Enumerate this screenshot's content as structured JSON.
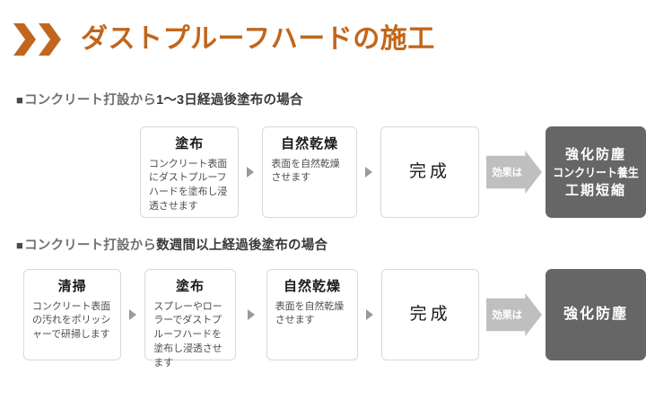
{
  "header": {
    "title": "ダストプルーフハードの施工",
    "chevron_icon": "double-chevron-right-icon",
    "accent_color": "#c1661c"
  },
  "sections": [
    {
      "marker": "■",
      "heading_light": "コンクリート打設から",
      "heading_strong": "1〜3日経過後塗布の場合",
      "steps": [
        {
          "title": "塗布",
          "desc": "コンクリート表面にダストプルーフハードを塗布し浸透させます"
        },
        {
          "title": "自然乾燥",
          "desc": "表面を自然乾燥させます"
        },
        {
          "title": "完成",
          "desc": ""
        }
      ],
      "effect_label": "効果は",
      "results": [
        "強化防塵",
        "コンクリート養生",
        "工期短縮"
      ]
    },
    {
      "marker": "■",
      "heading_light": "コンクリート打設から",
      "heading_strong": "数週間以上経過後塗布の場合",
      "steps": [
        {
          "title": "清掃",
          "desc": "コンクリート表面の汚れをポリッシャーで研掃します"
        },
        {
          "title": "塗布",
          "desc": "スプレーやローラーでダストプルーフハードを塗布し浸透させます"
        },
        {
          "title": "自然乾燥",
          "desc": "表面を自然乾燥させます"
        },
        {
          "title": "完成",
          "desc": ""
        }
      ],
      "effect_label": "効果は",
      "results": [
        "強化防塵"
      ]
    }
  ],
  "colors": {
    "accent_orange": "#c1661c",
    "box_border": "#d8d8d8",
    "arrow_grey": "#9a9a9a",
    "effect_arrow_grey": "#bfbfbf",
    "result_box_grey": "#666666",
    "text_dark": "#1a1a1a"
  }
}
